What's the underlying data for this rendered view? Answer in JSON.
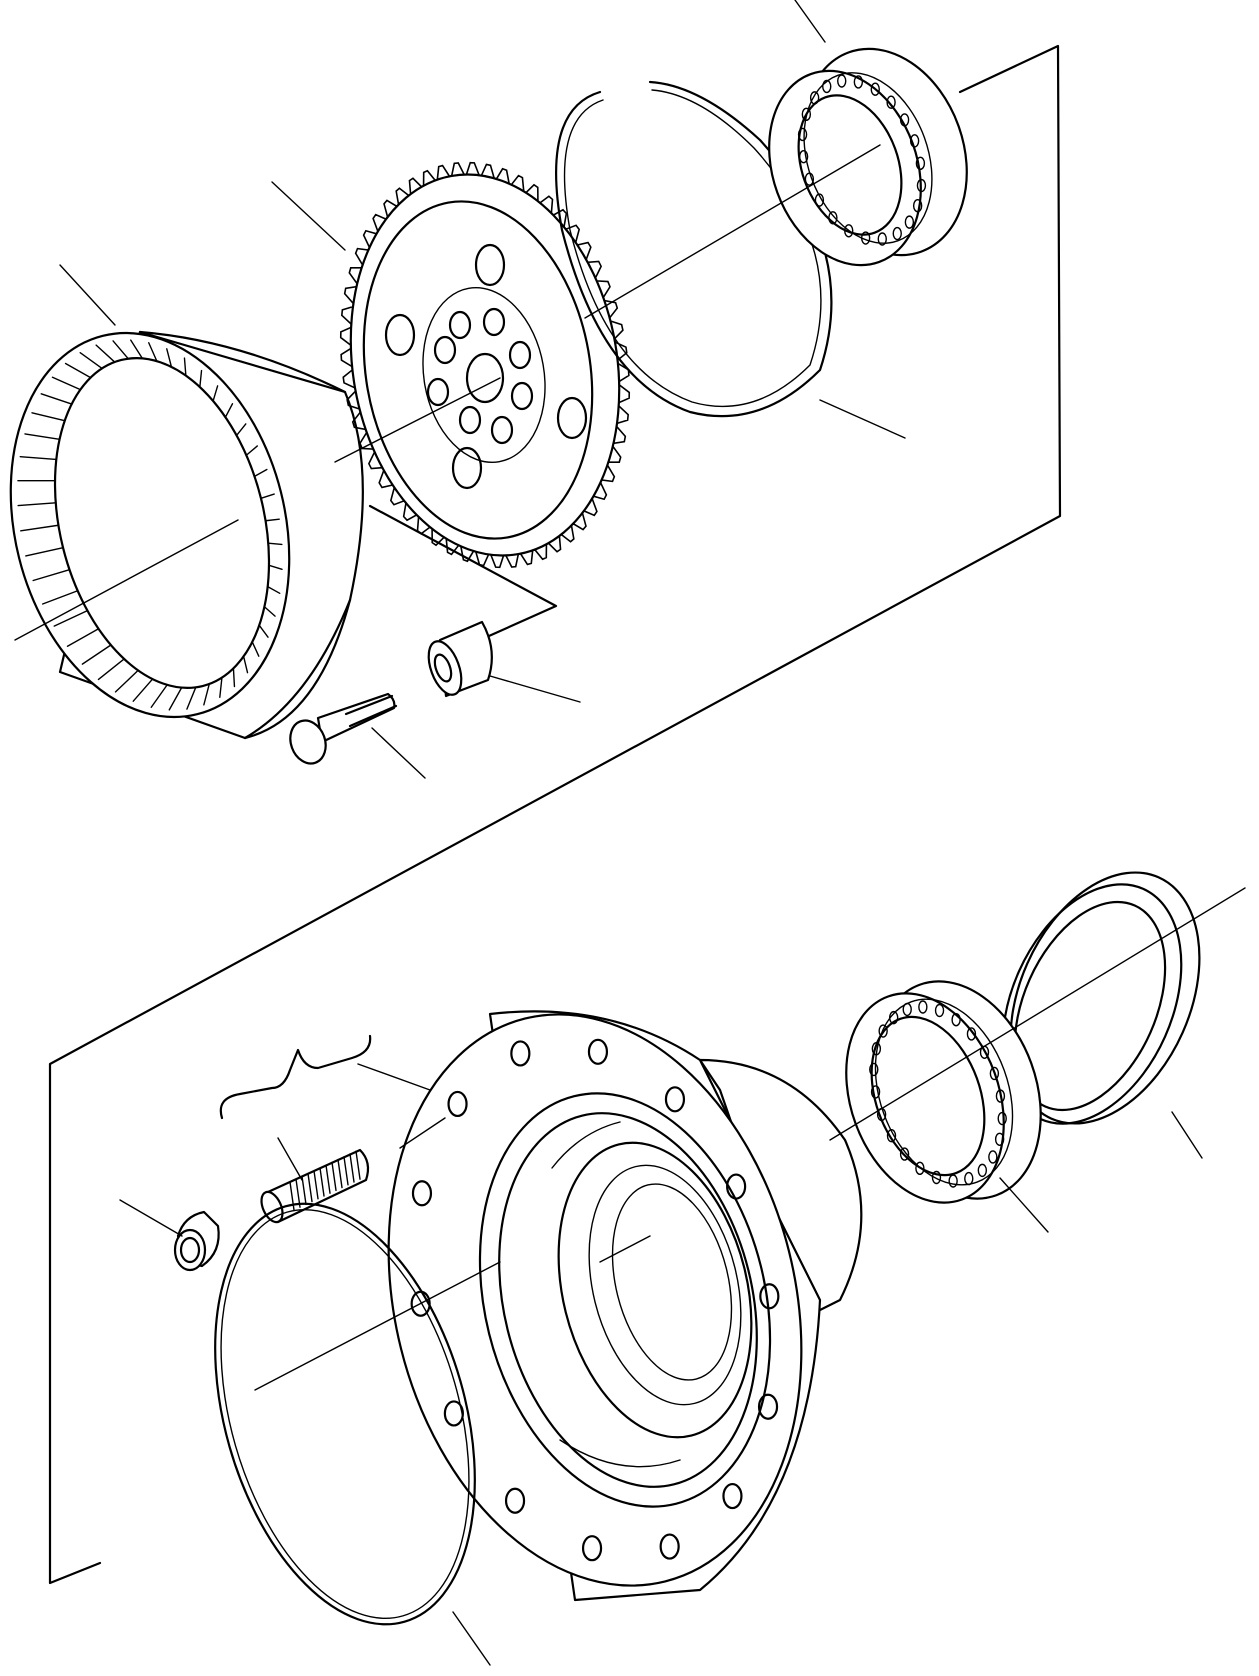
{
  "diagram": {
    "type": "exploded-parts-view",
    "colors": {
      "line": "#000000",
      "background": "#ffffff"
    },
    "parts": [
      "bearing-top",
      "snap-ring",
      "planet-carrier-gear",
      "ring-gear",
      "spacer-bushing",
      "bolt",
      "wheel-hub",
      "stud",
      "nut",
      "o-ring",
      "bearing-bottom",
      "seal-ring"
    ]
  }
}
